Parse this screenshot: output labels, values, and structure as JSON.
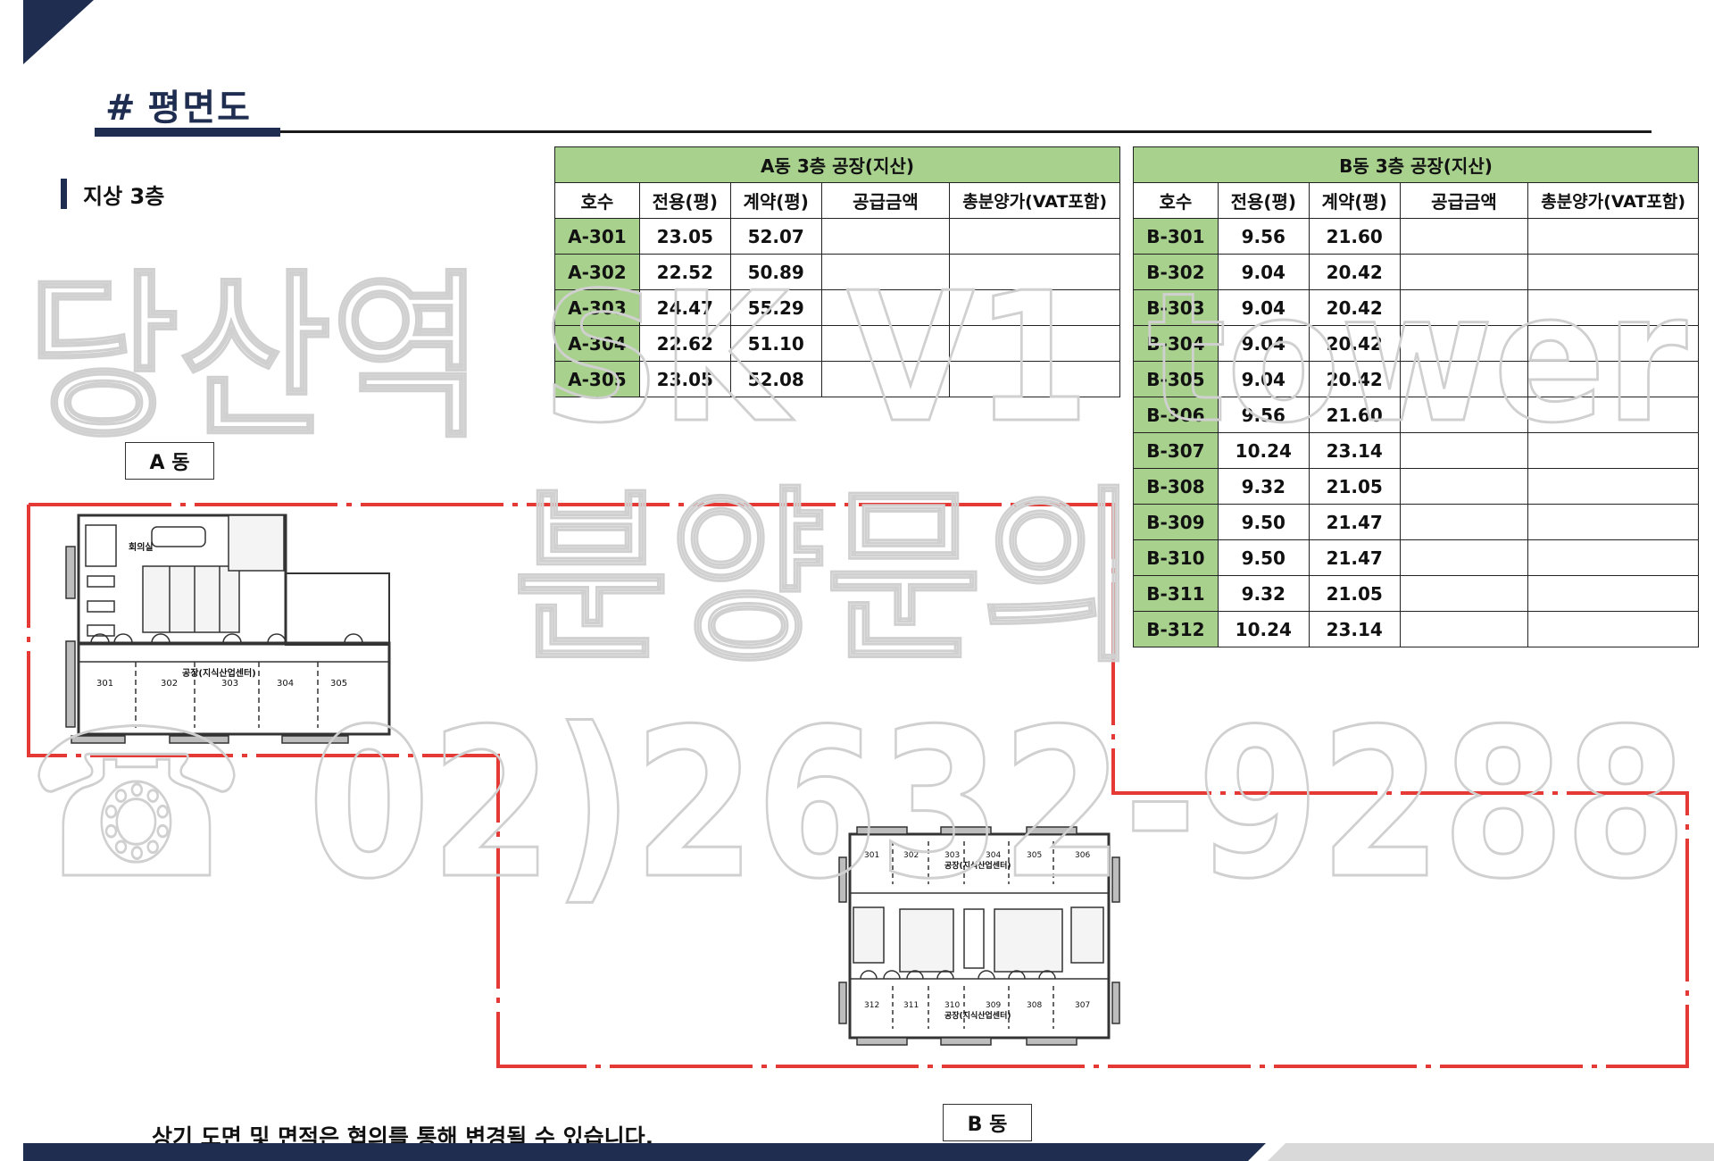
{
  "header": {
    "title_hash": "#",
    "title": "평면도"
  },
  "floor_label": "지상 3층",
  "watermark": {
    "line1": "당산역 SK V1 tower",
    "line2": "분양문의",
    "line3": "☎ 02)2632-9288"
  },
  "table_a": {
    "caption": "A동 3층 공장(지산)",
    "headers": [
      "호수",
      "전용(평)",
      "계약(평)",
      "공급금액",
      "총분양가(VAT포함)"
    ],
    "rows": [
      [
        "A-301",
        "23.05",
        "52.07",
        "",
        ""
      ],
      [
        "A-302",
        "22.52",
        "50.89",
        "",
        ""
      ],
      [
        "A-303",
        "24.47",
        "55.29",
        "",
        ""
      ],
      [
        "A-304",
        "22.62",
        "51.10",
        "",
        ""
      ],
      [
        "A-305",
        "23.05",
        "52.08",
        "",
        ""
      ]
    ]
  },
  "table_b": {
    "caption": "B동 3층 공장(지산)",
    "headers": [
      "호수",
      "전용(평)",
      "계약(평)",
      "공급금액",
      "총분양가(VAT포함)"
    ],
    "rows": [
      [
        "B-301",
        "9.56",
        "21.60",
        "",
        ""
      ],
      [
        "B-302",
        "9.04",
        "20.42",
        "",
        ""
      ],
      [
        "B-303",
        "9.04",
        "20.42",
        "",
        ""
      ],
      [
        "B-304",
        "9.04",
        "20.42",
        "",
        ""
      ],
      [
        "B-305",
        "9.04",
        "20.42",
        "",
        ""
      ],
      [
        "B-306",
        "9.56",
        "21.60",
        "",
        ""
      ],
      [
        "B-307",
        "10.24",
        "23.14",
        "",
        ""
      ],
      [
        "B-308",
        "9.32",
        "21.05",
        "",
        ""
      ],
      [
        "B-309",
        "9.50",
        "21.47",
        "",
        ""
      ],
      [
        "B-310",
        "9.50",
        "21.47",
        "",
        ""
      ],
      [
        "B-311",
        "9.32",
        "21.05",
        "",
        ""
      ],
      [
        "B-312",
        "10.24",
        "23.14",
        "",
        ""
      ]
    ]
  },
  "building_a": {
    "label": "A 동",
    "meeting_room": "회의실",
    "factory_label": "공장(지식산업센터)",
    "units": [
      "301",
      "302",
      "303",
      "304",
      "305"
    ]
  },
  "building_b": {
    "label": "B 동",
    "factory_label": "공장(지식산업센터)",
    "units_top": [
      "301",
      "302",
      "303",
      "304",
      "305",
      "306"
    ],
    "units_bottom": [
      "312",
      "311",
      "310",
      "309",
      "308",
      "307"
    ]
  },
  "disclaimer": "상기 도면 및 면적은 협의를 통해 변경될 수 있습니다.",
  "colors": {
    "navy": "#1f2d50",
    "table_green": "#a9d18e",
    "site_red": "#e53935",
    "band_gray": "#d9d9d9"
  }
}
